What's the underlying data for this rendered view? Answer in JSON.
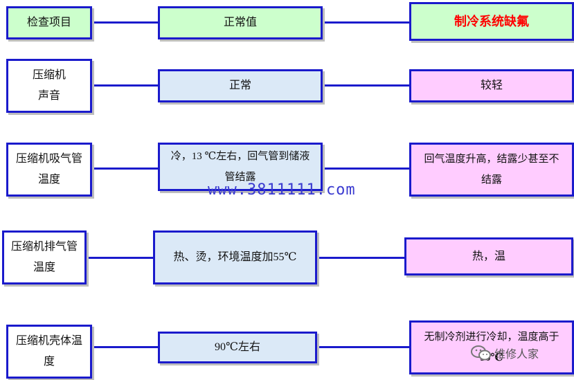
{
  "rows": [
    {
      "item": "检查项目",
      "normal": "正常值",
      "fault": "制冷系统缺氟"
    },
    {
      "item_line1": "压缩机",
      "item_line2": "声音",
      "normal": "正常",
      "fault": "较轻"
    },
    {
      "item_line1": "压缩机吸气管",
      "item_line2": "温度",
      "normal_line1": "冷，13 ℃左右，回气管到储液",
      "normal_line2": "管结露",
      "fault_line1": "回气温度升高，结露少甚至不",
      "fault_line2": "结露"
    },
    {
      "item_line1": "压缩机排气管",
      "item_line2": "温度",
      "normal": "热、烫，环境温度加55℃",
      "fault": "热，温"
    },
    {
      "item_line1": "压缩机壳体温",
      "item_line2": "度",
      "normal": "90℃左右",
      "fault_line1": "无制冷剂进行冷却，温度高于",
      "fault_line2": "90℃"
    }
  ],
  "watermark": "www.3811111.com",
  "logo_text": "维修人家",
  "colors": {
    "border": "#1a1acc",
    "header_fill": "#ccffcc",
    "normal_fill": "#dbe9f7",
    "fault_fill": "#ffccff",
    "highlight": "#ff0000"
  }
}
